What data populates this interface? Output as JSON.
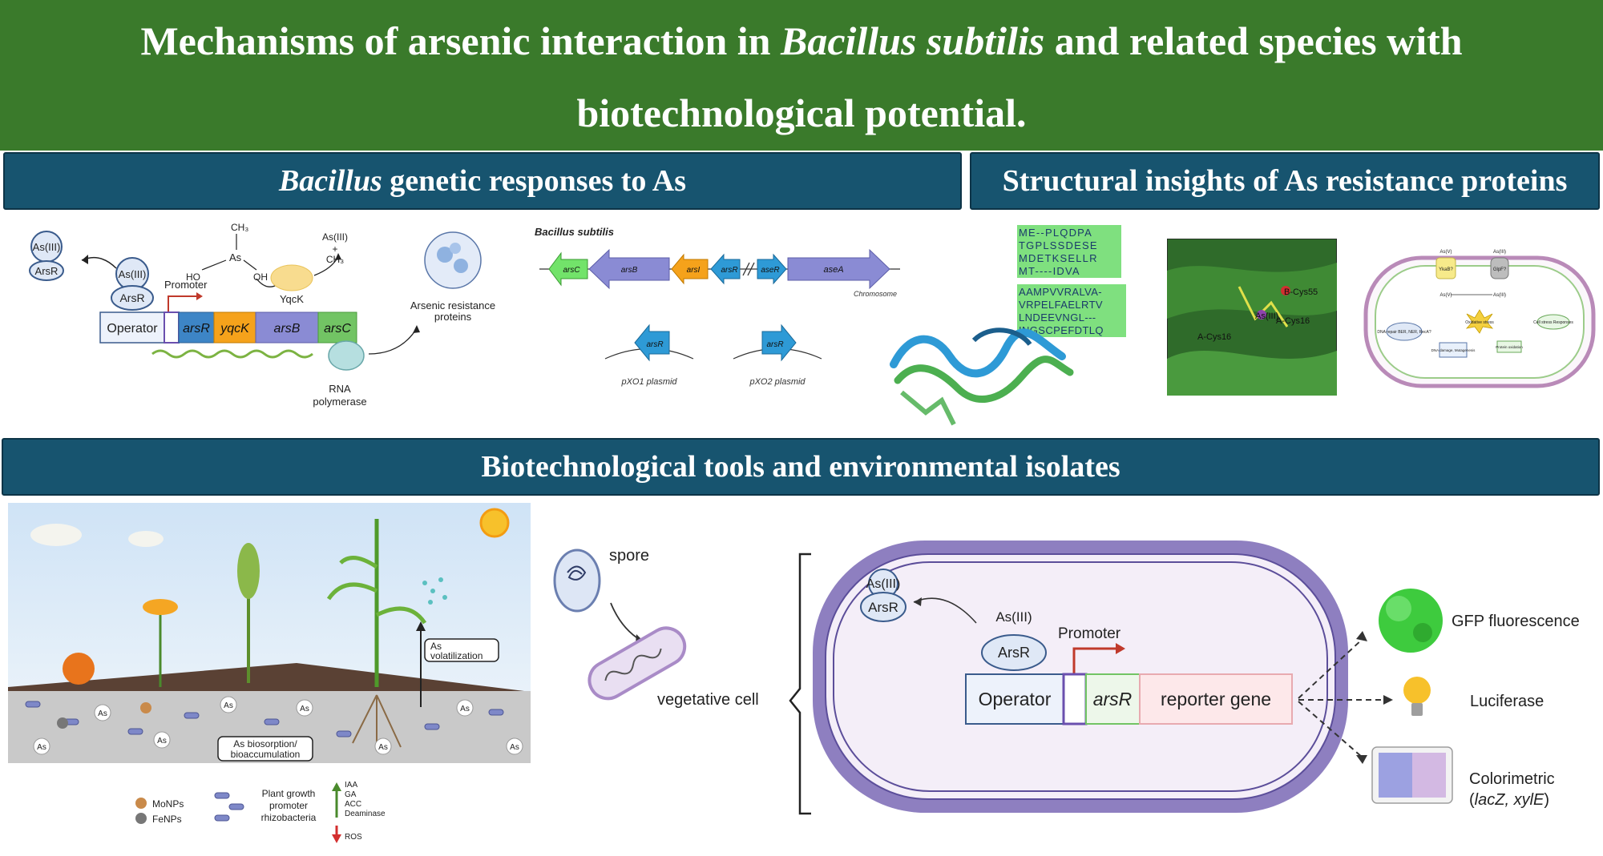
{
  "title": {
    "line1_prefix": "Mechanisms of arsenic interaction in ",
    "line1_italic": "Bacillus subtilis",
    "line1_suffix": " and related species with",
    "line2": "biotechnological potential."
  },
  "sections": {
    "genetic": {
      "italic": "Bacillus",
      "rest": " genetic responses to As"
    },
    "structural": {
      "label": "Structural insights of As resistance proteins"
    },
    "biotech": {
      "label": "Biotechnological tools and environmental isolates"
    }
  },
  "operon_panel": {
    "as3_bubble": "As(III)",
    "arsr_bubble": "ArsR",
    "as3_bound": "As(III)",
    "arsr_bound": "ArsR",
    "promoter": "Promoter",
    "ch3_top": "CH₃",
    "as_center": "As",
    "ho": "HO",
    "oh": "OH",
    "yqck_enzyme": "YqcK",
    "product_as3": "As(III)",
    "product_plus": "+",
    "product_ch3": "CH₃",
    "operator": "Operator",
    "genes": [
      "arsR",
      "yqcK",
      "arsB",
      "arsC"
    ],
    "rna_pol_1": "RNA",
    "rna_pol_2": "polymerase",
    "proteins_1": "Arsenic resistance",
    "proteins_2": "proteins"
  },
  "gene_map": {
    "organism": "Bacillus subtilis",
    "chromosome": "Chromosome",
    "genes": [
      "arsC",
      "arsB",
      "arsI",
      "arsR",
      "aseR",
      "aseA"
    ],
    "plasmid1_gene": "arsR",
    "plasmid1": "pXO1 plasmid",
    "plasmid2_gene": "arsR",
    "plasmid2": "pXO2 plasmid"
  },
  "alignment": {
    "block1": [
      "ME--PLQDPA",
      "TGPLSSDESE",
      "MDETKSELLR",
      "MT----IDVA"
    ],
    "block2": [
      "AAMPVVRALVA-",
      "VRPELFAELRTV",
      "LNDEEVNGL---",
      "INGSCPEFDTLQ"
    ]
  },
  "active_site": {
    "labels": [
      "B-Cys55",
      "As(III)",
      "A-Cys16",
      "A-Cys16"
    ]
  },
  "cell_schematic": {
    "transporter1": "YkaB?",
    "transporter2": "GlpF?",
    "asv": "As(V)",
    "as3": "As(III)",
    "box1": "DNA repair BER, NER, RecA?",
    "box2": "DNA damage, Mutagenesis",
    "box3": "Protein oxidation",
    "center": "Oxidative stress",
    "box4": "Cell stress Responses"
  },
  "field_panel": {
    "volatilization_1": "As",
    "volatilization_2": "volatilization",
    "biosorption_1": "As biosorption/",
    "biosorption_2": "bioaccumulation",
    "as_particle": "As",
    "legend_mo": "MoNPs",
    "legend_fe": "FeNPs",
    "legend_pgpr": [
      "Plant growth",
      "promoter",
      "rhizobacteria"
    ],
    "legend_up": [
      "IAA",
      "GA",
      "ACC",
      "Deaminase"
    ],
    "legend_down": "ROS"
  },
  "biosensor": {
    "spore": "spore",
    "vegetative": "vegetative cell",
    "as3_bubble": "As(III)",
    "arsr_bubble": "ArsR",
    "as3_bound": "As(III)",
    "arsr_bound": "ArsR",
    "promoter": "Promoter",
    "operator": "Operator",
    "arsr_gene": "arsR",
    "reporter": "reporter gene",
    "out1": "GFP fluorescence",
    "out2": "Luciferase",
    "out3_1": "Colorimetric",
    "out3_2_open": "(",
    "out3_2_italic": "lacZ, xylE",
    "out3_2_close": ")"
  },
  "colors": {
    "title_green": "#3a7a2b",
    "header_blue": "#17546f",
    "cell_purple": "#8e7fc0",
    "gene_blue": "#3d85c6",
    "gene_orange": "#f5a21b",
    "gene_purple": "#8a8bd4",
    "gene_green": "#72c464"
  }
}
